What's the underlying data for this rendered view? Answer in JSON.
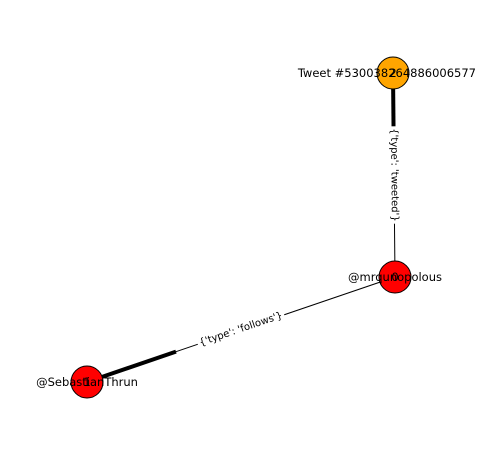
{
  "graph": {
    "nodes": [
      {
        "id": "tweet",
        "label": "Tweet #530038264886006577",
        "index": "2",
        "color": "#ffa500"
      },
      {
        "id": "mrqunopolous",
        "label": "@mrqunopolous",
        "index": "0",
        "color": "#ff0000"
      },
      {
        "id": "sebastian",
        "label": "@SebastianThrun",
        "index": "1",
        "color": "#ff0000"
      }
    ],
    "edges": [
      {
        "id": "edge-tweeted",
        "source": "mrqunopolous",
        "target": "tweet",
        "label": "{'type': 'tweeted'}"
      },
      {
        "id": "edge-follows",
        "source": "mrqunopolous",
        "target": "sebastian",
        "label": "{'type': 'follows'}"
      }
    ],
    "colors": {
      "edge": "#000000",
      "node_border": "#000000",
      "label_box": "#ffffff"
    }
  }
}
